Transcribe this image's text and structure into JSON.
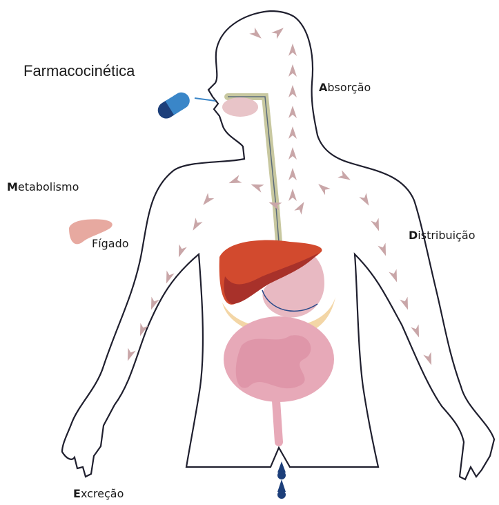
{
  "title": "Farmacocinética",
  "labels": {
    "absorption": {
      "first": "A",
      "rest": "bsorção"
    },
    "metabolism": {
      "first": "M",
      "rest": "etabolismo"
    },
    "liver": "Fígado",
    "distribution": {
      "first": "D",
      "rest": "istribuição"
    },
    "excretion": {
      "first": "E",
      "rest": "xcreção"
    }
  },
  "colors": {
    "outline": "#1f1f2e",
    "arrow": "#c9a6a8",
    "liver": "#d24a2e",
    "liver_dark": "#a8312a",
    "stomach": "#e8b9c2",
    "intestine": "#e7a9b8",
    "fat": "#f3d6a6",
    "capsule_light": "#3a86c8",
    "capsule_dark": "#1d3f7a",
    "esophagus": "#c8c8a0"
  }
}
